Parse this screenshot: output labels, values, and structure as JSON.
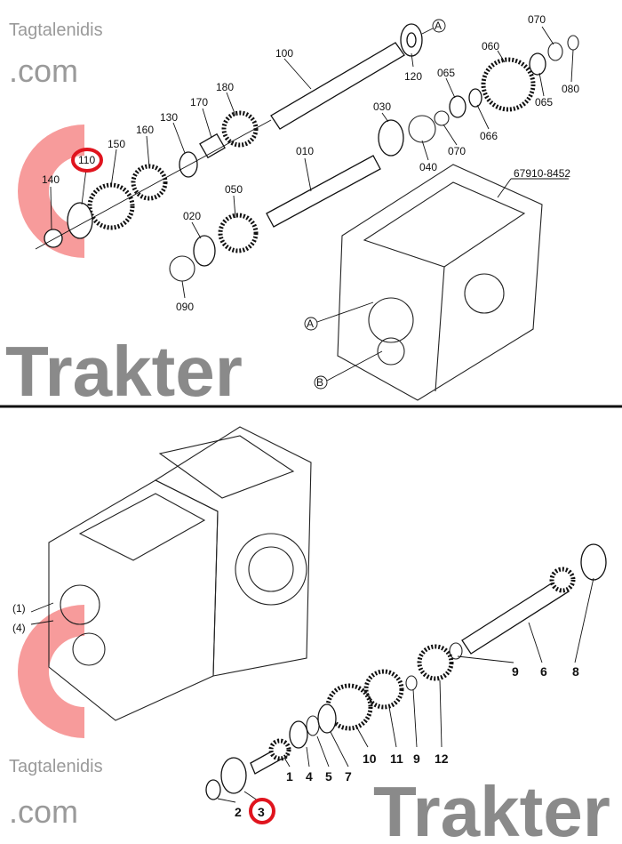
{
  "top_diagram": {
    "labels": {
      "l100": "100",
      "l120": "120",
      "lA": "A",
      "l070a": "070",
      "l060": "060",
      "l065a": "065",
      "l065b": "065",
      "l080": "080",
      "l066": "066",
      "l030": "030",
      "l070b": "070",
      "l040": "040",
      "l180": "180",
      "l170": "170",
      "l130": "130",
      "l160": "160",
      "l150": "150",
      "l110": "110",
      "l140": "140",
      "l010": "010",
      "l050": "050",
      "l020": "020",
      "l090": "090",
      "ref": "67910-8452",
      "calloutA": "A",
      "calloutB": "B"
    },
    "highlighted_part": "110"
  },
  "bottom_diagram": {
    "labels": {
      "b1p": "(1)",
      "b4p": "(4)",
      "b9a": "9",
      "b6": "6",
      "b8": "8",
      "b10": "10",
      "b11": "11",
      "b9b": "9",
      "b12": "12",
      "b1": "1",
      "b4": "4",
      "b5": "5",
      "b7": "7",
      "b2": "2",
      "b3": "3"
    },
    "highlighted_part": "3"
  },
  "watermark": {
    "brand": "Trakter",
    "domain": ".com",
    "owner": "Tagtalenidis"
  },
  "colors": {
    "highlight": "#e0141e",
    "watermark_gray": "#8a8a8a",
    "logo_red": "#f47a7a"
  }
}
